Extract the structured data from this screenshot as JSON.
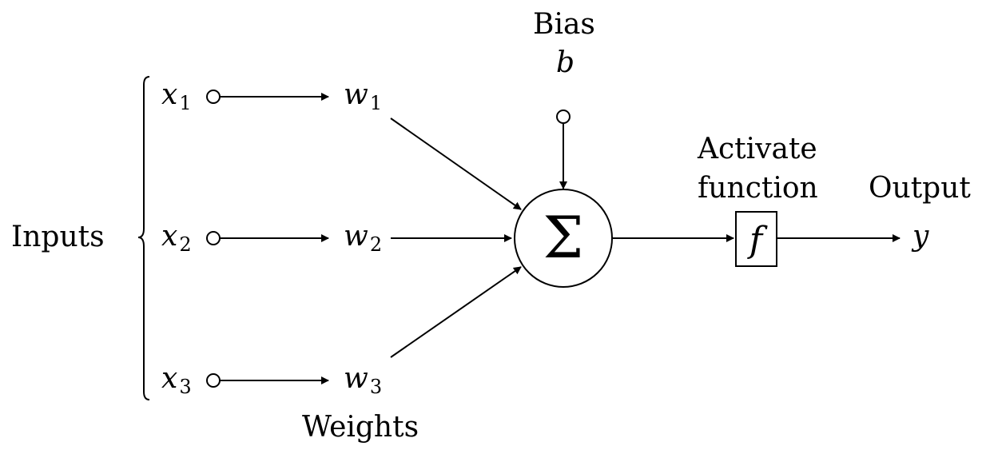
{
  "labels": {
    "inputs": "Inputs",
    "weights": "Weights",
    "bias": "Bias",
    "bias_symbol": "b",
    "activate_line1": "Activate",
    "activate_line2": "function",
    "output": "Output",
    "output_symbol": "y",
    "sum_symbol": "Σ",
    "function_symbol": "f"
  },
  "inputs": [
    {
      "var": "x",
      "sub": "1"
    },
    {
      "var": "x",
      "sub": "2"
    },
    {
      "var": "x",
      "sub": "3"
    }
  ],
  "weights": [
    {
      "var": "w",
      "sub": "1"
    },
    {
      "var": "w",
      "sub": "2"
    },
    {
      "var": "w",
      "sub": "3"
    }
  ]
}
